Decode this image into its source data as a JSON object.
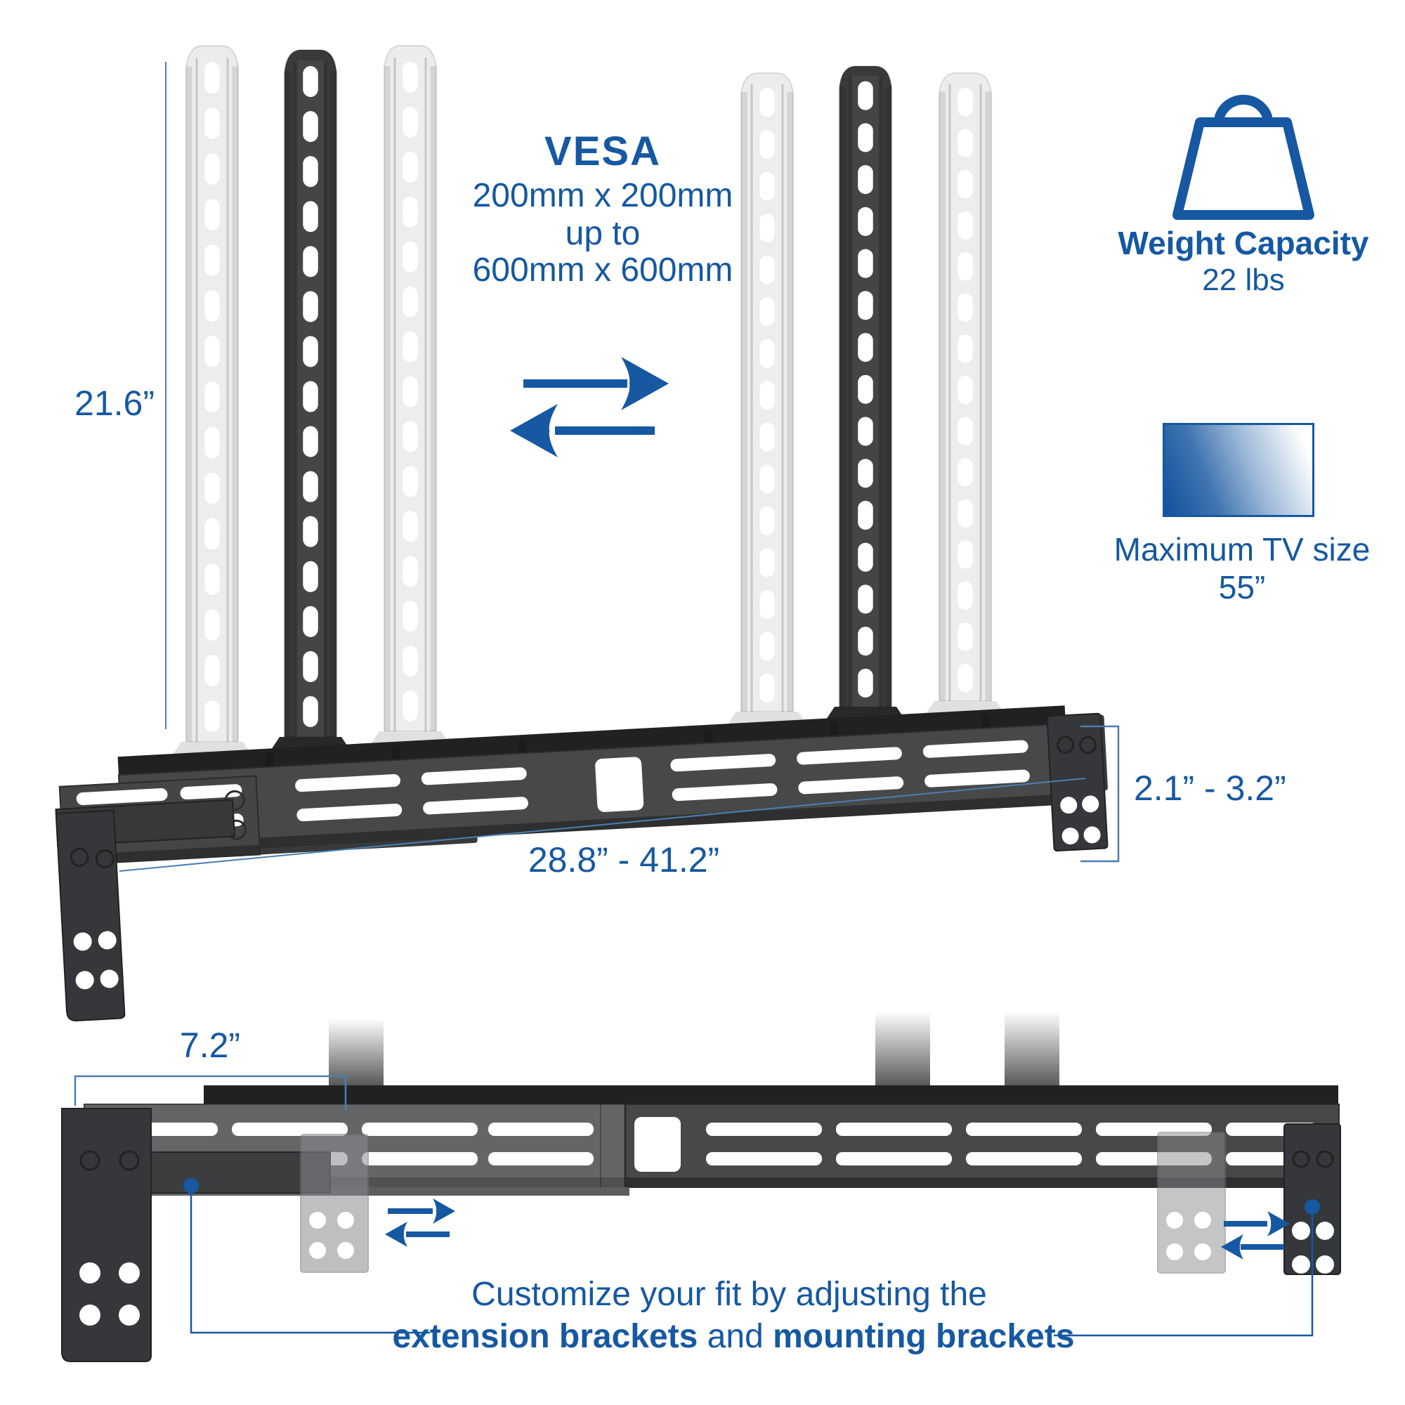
{
  "page": {
    "background": "#ffffff"
  },
  "colors": {
    "accent_blue": "#1658a2",
    "dimension_blue": "#4b7eb2",
    "metal_dark": "#3a3a3c",
    "metal_ghost": "#ebecee"
  },
  "top_view": {
    "vesa_label": {
      "title": "VESA",
      "size_min": "200mm x 200mm",
      "range_word": "up to",
      "size_max": "600mm x 600mm"
    },
    "swap_arrows_icon": "left-right-swap-arrows",
    "dimensions": {
      "arm_height": "21.6”",
      "bar_width_range": "28.8” - 41.2”",
      "bracket_height_range": "2.1” - 3.2”"
    }
  },
  "spec_panel": {
    "weight": {
      "icon": "weight-kettlebell-icon",
      "label": "Weight Capacity",
      "value": "22 lbs"
    },
    "tv_size": {
      "icon": "tv-screen-gradient-swatch",
      "label": "Maximum TV size",
      "value": "55”"
    }
  },
  "bottom_view": {
    "dimensions": {
      "extension_length": "7.2”"
    },
    "swap_arrows_icon": "left-right-swap-arrows",
    "caption": {
      "line1": "Customize your fit by adjusting the",
      "bold1": "extension brackets",
      "connector": " and ",
      "bold2": "mounting brackets"
    }
  }
}
